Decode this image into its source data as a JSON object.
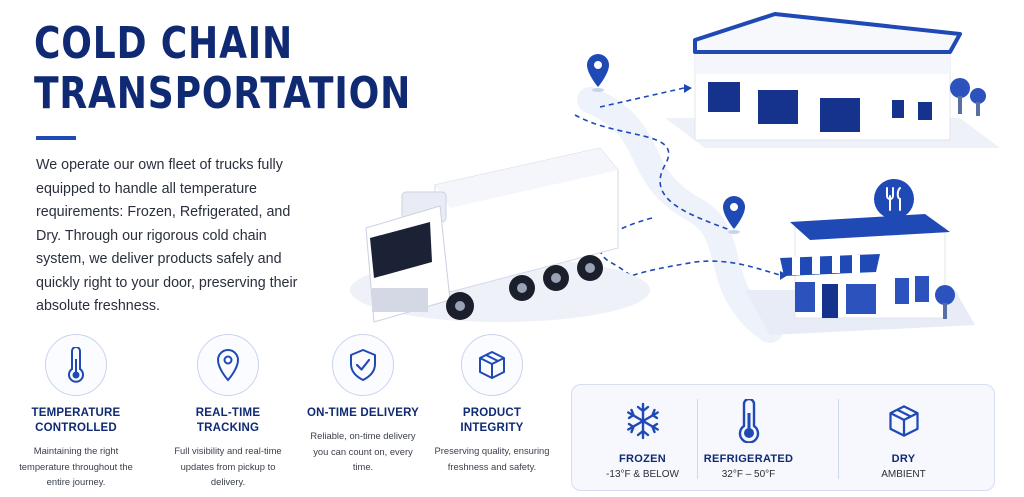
{
  "header": {
    "title_line1": "COLD CHAIN",
    "title_line2": "TRANSPORTATION",
    "intro": "We operate our own fleet of trucks fully equipped to handle all temperature requirements: Frozen, Refrigerated, and Dry. Through our rigorous cold chain system, we deliver products safely and quickly right to your door, preserving their absolute freshness."
  },
  "features": [
    {
      "icon": "thermometer-icon",
      "title": "TEMPERATURE CONTROLLED",
      "desc": "Maintaining the right temperature throughout the entire journey."
    },
    {
      "icon": "location-pin-icon",
      "title": "REAL-TIME TRACKING",
      "desc": "Full visibility and real-time updates from pickup to delivery."
    },
    {
      "icon": "shield-check-icon",
      "title": "ON-TIME DELIVERY",
      "desc": "Reliable, on-time delivery you can count on, every time."
    },
    {
      "icon": "box-icon",
      "title": "PRODUCT INTEGRITY",
      "desc": "Preserving quality, ensuring freshness and safety."
    }
  ],
  "temperature_zones": [
    {
      "icon": "snowflake-icon",
      "name": "FROZEN",
      "range": "-13°F & BELOW"
    },
    {
      "icon": "thermometer-icon",
      "name": "REFRIGERATED",
      "range": "32°F – 50°F"
    },
    {
      "icon": "box-icon",
      "name": "DRY",
      "range": "AMBIENT"
    }
  ],
  "colors": {
    "brand_navy": "#0f2a73",
    "accent_blue": "#1f49b5",
    "route_dash": "#1f49b5",
    "panel_bg": "#f6f8fd"
  }
}
